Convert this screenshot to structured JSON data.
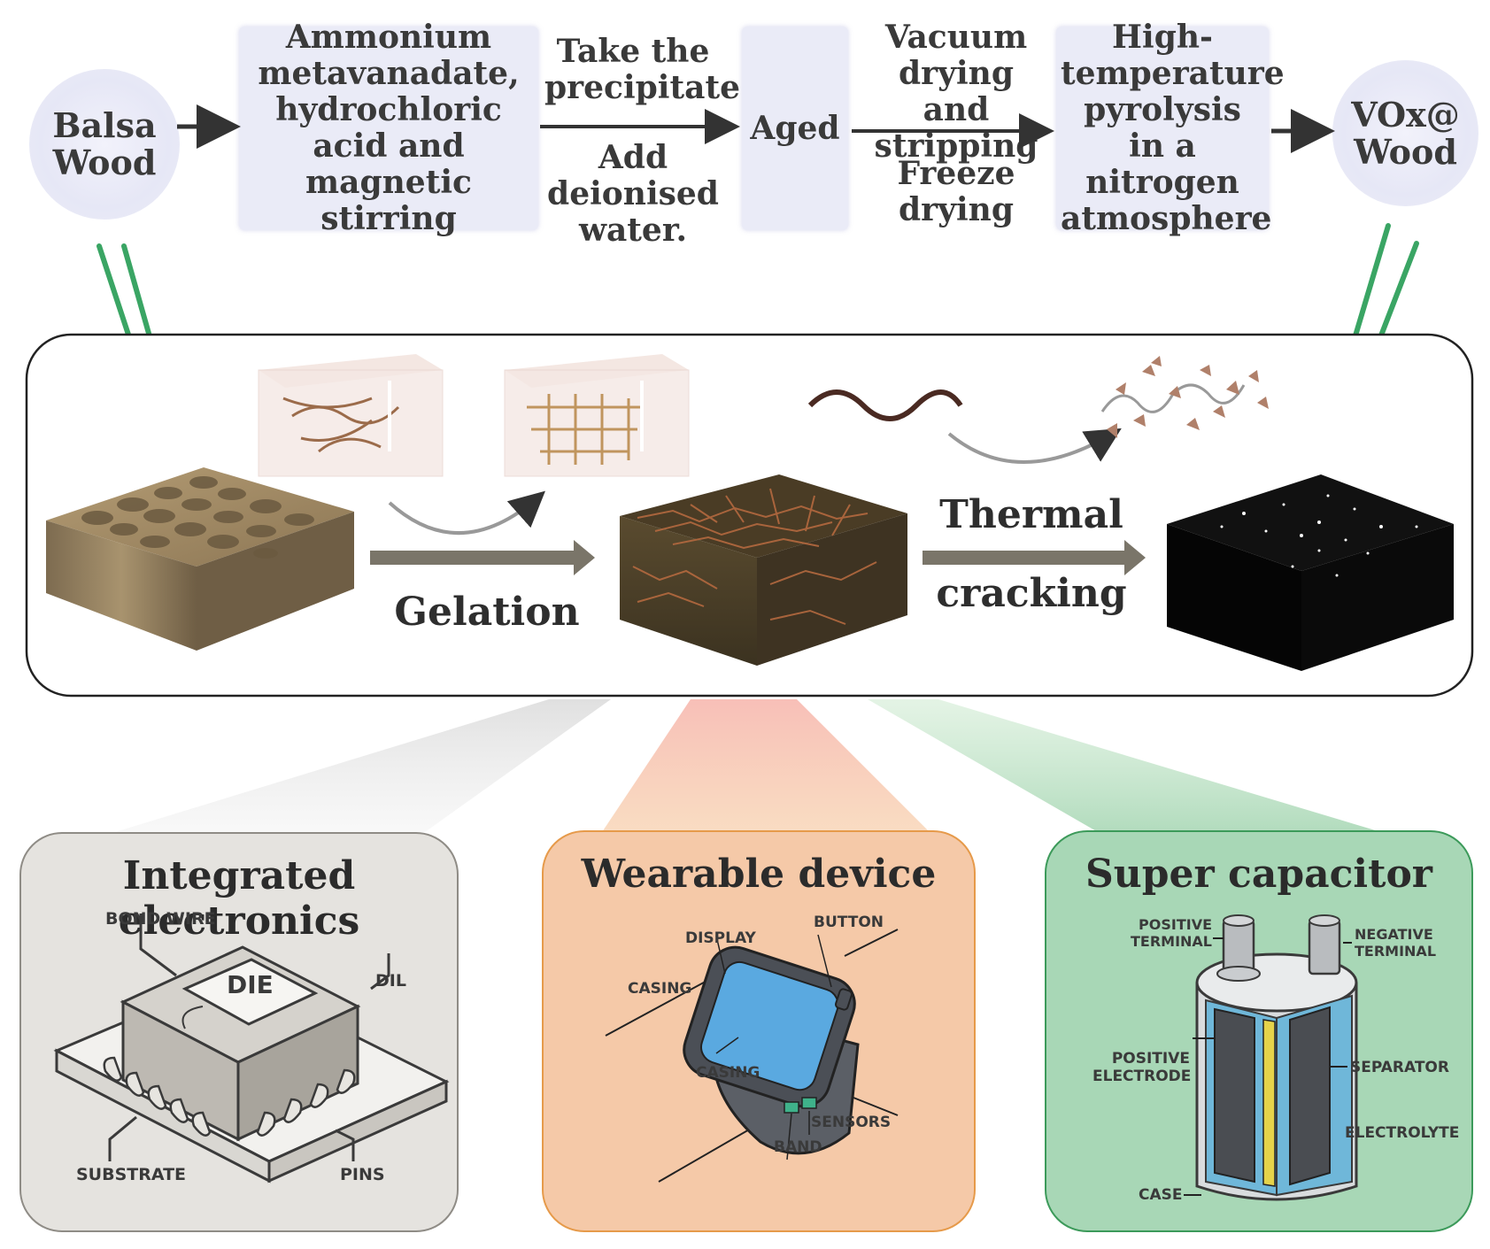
{
  "flow": {
    "balsa": "Balsa Wood",
    "step1": "Ammonium metavanadate, hydrochloric acid and magnetic stirring",
    "arrow2_top": "Take the precipitate",
    "arrow2_bottom": "Add deionised water.",
    "aged": "Aged",
    "arrow3_top": "Vacuum drying and stripping",
    "arrow3_bottom": "Freeze drying",
    "step4": "High-temperature pyrolysis in a nitrogen atmosphere",
    "product": "VOx@ Wood"
  },
  "process": {
    "gelation": "Gelation",
    "thermal": "Thermal",
    "cracking": "cracking"
  },
  "applications": {
    "electronics": {
      "title": "Integrated electronics",
      "labels": {
        "bond_wire": "BOND WIRE",
        "die": "DIE",
        "dil": "DIL",
        "substrate": "SUBSTRATE",
        "pins": "PINS"
      }
    },
    "wearable": {
      "title": "Wearable device",
      "labels": {
        "display": "DISPLAY",
        "button": "BUTTON",
        "casing_top": "CASING",
        "casing_bottom": "CASING",
        "sensors": "SENSORS",
        "band": "BAND"
      }
    },
    "supercap": {
      "title": "Super capacitor",
      "labels": {
        "pos_terminal_1": "POSITIVE",
        "pos_terminal_2": "TERMINAL",
        "neg_terminal_1": "NEGATIVE",
        "neg_terminal_2": "TERMINAL",
        "pos_electrode_1": "POSITIVE",
        "pos_electrode_2": "ELECTRODE",
        "separator": "SEPARATOR",
        "electrolyte": "ELECTROLYTE",
        "case": "CASE"
      }
    }
  },
  "colors": {
    "green_arrow": "#3aa564",
    "gray_arrow": "#7a7569",
    "electronics_panel": "#e5e3df",
    "wearable_panel": "#f5c9a8",
    "supercap_panel": "#a8d7b6"
  }
}
